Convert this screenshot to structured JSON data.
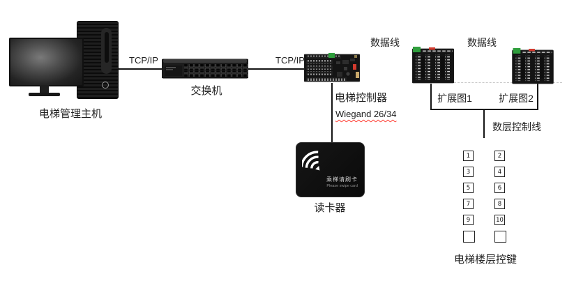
{
  "labels": {
    "host": "电梯管理主机",
    "tcpip1": "TCP/IP",
    "switch": "交换机",
    "tcpip2": "TCP/IP",
    "controller": "电梯控制器",
    "wiegand": "Wiegand 26/34",
    "data_line1": "数据线",
    "data_line2": "数据线",
    "expansion1": "扩展图1",
    "expansion2": "扩展图2",
    "floor_control_line": "数层控制线",
    "reader": "读卡器",
    "floor_panel": "电梯楼层控键"
  },
  "card_reader": {
    "text_cn": "乘梯请刷卡",
    "text_en": "Please swipe card"
  },
  "floor_buttons": {
    "cells": [
      "1",
      "2",
      "3",
      "4",
      "5",
      "6",
      "7",
      "8",
      "9",
      "10",
      "",
      ""
    ]
  },
  "colors": {
    "line": "#151515",
    "dashed_line": "#c9c9c9",
    "wiegand_underline": "#ff3b30",
    "device_dark": "#141414",
    "pcb_green": "#2f9e3d",
    "pcb_red": "#d23a2e",
    "terminal_tick": "#d6d6d6"
  }
}
